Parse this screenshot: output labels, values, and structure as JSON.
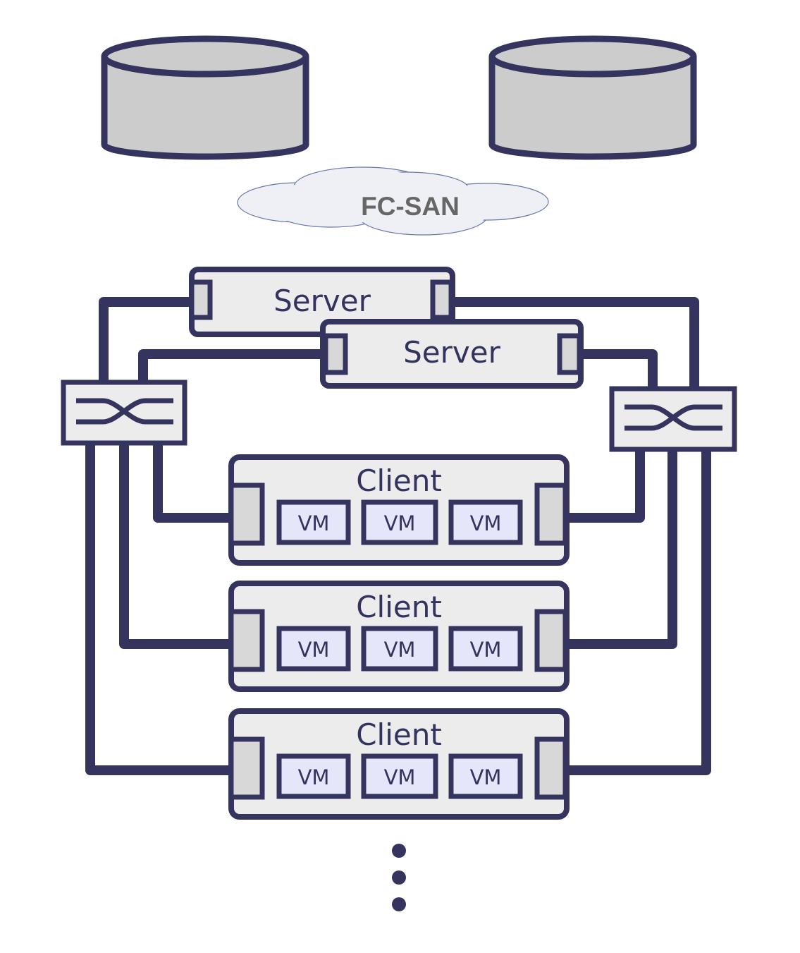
{
  "network": {
    "label": "FC-SAN"
  },
  "storage": [
    {
      "name": "storage-disk-left"
    },
    {
      "name": "storage-disk-right"
    }
  ],
  "servers": [
    {
      "label": "Server"
    },
    {
      "label": "Server"
    }
  ],
  "switches": [
    {
      "icon": "fc-switch-icon"
    },
    {
      "icon": "fc-switch-icon"
    }
  ],
  "clients": [
    {
      "label": "Client",
      "vms": [
        "VM",
        "VM",
        "VM"
      ]
    },
    {
      "label": "Client",
      "vms": [
        "VM",
        "VM",
        "VM"
      ]
    },
    {
      "label": "Client",
      "vms": [
        "VM",
        "VM",
        "VM"
      ]
    }
  ],
  "more_indicator": "vertical-ellipsis-icon",
  "colors": {
    "outline": "#34345f",
    "disk_fill": "#cccccc",
    "box_fill": "#ececec",
    "port_fill": "#d8d8d8",
    "vm_fill": "#e6e6fa",
    "cloud_fill": "#eef0f6",
    "cloud_stroke": "#6677aa",
    "san_text": "#666666"
  }
}
